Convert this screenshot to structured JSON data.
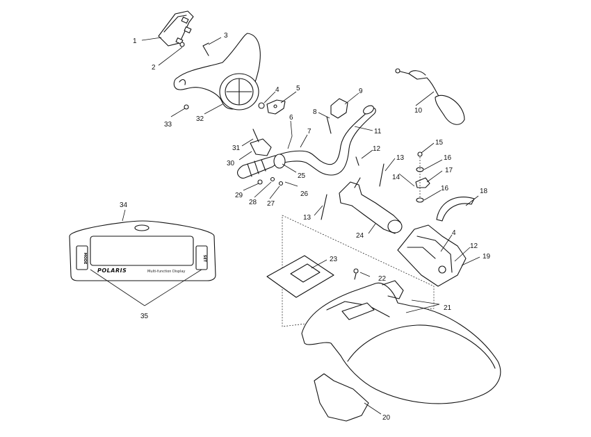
{
  "display_panel": {
    "brand": "POLARIS",
    "subtitle": "Multi-function Display",
    "left_key": "MODE",
    "right_key": "SET"
  },
  "callouts": {
    "c1": "1",
    "c2": "2",
    "c3": "3",
    "c4a": "4",
    "c5": "5",
    "c6": "6",
    "c7": "7",
    "c8": "8",
    "c9": "9",
    "c10": "10",
    "c11": "11",
    "c12a": "12",
    "c13a": "13",
    "c15": "15",
    "c16a": "16",
    "c17": "17",
    "c14": "14",
    "c16b": "16",
    "c18": "18",
    "c4b": "4",
    "c12b": "12",
    "c19": "19",
    "c13b": "13",
    "c24": "24",
    "c23": "23",
    "c22": "22",
    "c21": "21",
    "c20": "20",
    "c33": "33",
    "c32": "32",
    "c31": "31",
    "c30": "30",
    "c25": "25",
    "c26": "26",
    "c29": "29",
    "c28": "28",
    "c27": "27",
    "c34": "34",
    "c35": "35"
  }
}
